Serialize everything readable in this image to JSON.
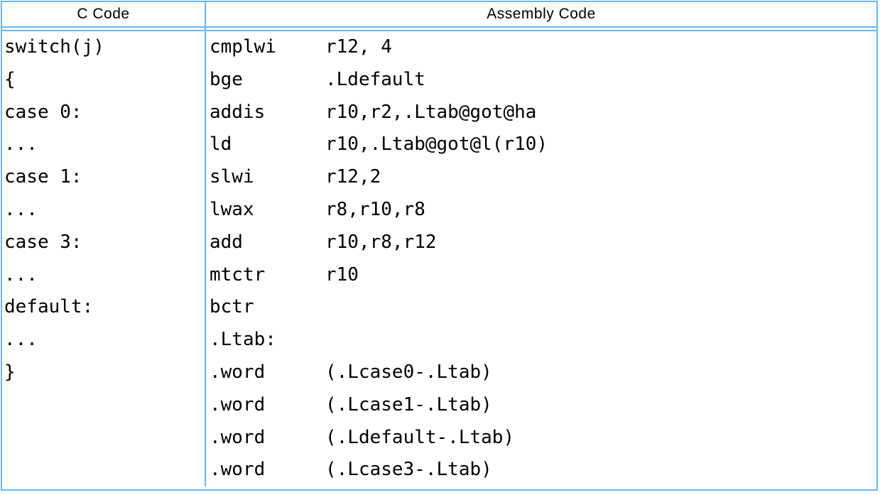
{
  "table": {
    "headers": {
      "c_code": "C Code",
      "assembly_code": "Assembly Code"
    },
    "c_code_lines": [
      "switch(j)",
      "{",
      "case 0:",
      "...",
      "case 1:",
      "...",
      "case 3:",
      "...",
      "default:",
      "...",
      "}"
    ],
    "asm_lines": [
      {
        "mnemonic": "cmplwi",
        "operands": "r12, 4"
      },
      {
        "mnemonic": "bge",
        "operands": ".Ldefault"
      },
      {
        "mnemonic": "addis",
        "operands": "r10,r2,.Ltab@got@ha"
      },
      {
        "mnemonic": "ld",
        "operands": "r10,.Ltab@got@l(r10)"
      },
      {
        "mnemonic": "slwi",
        "operands": "r12,2"
      },
      {
        "mnemonic": "lwax",
        "operands": "r8,r10,r8"
      },
      {
        "mnemonic": "add",
        "operands": "r10,r8,r12"
      },
      {
        "mnemonic": "mtctr",
        "operands": "r10"
      },
      {
        "mnemonic": "bctr",
        "operands": ""
      },
      {
        "mnemonic": ".Ltab:",
        "operands": ""
      },
      {
        "mnemonic": ".word",
        "operands": "(.Lcase0-.Ltab)"
      },
      {
        "mnemonic": ".word",
        "operands": "(.Lcase1-.Ltab)"
      },
      {
        "mnemonic": ".word",
        "operands": "(.Ldefault-.Ltab)"
      },
      {
        "mnemonic": ".word",
        "operands": "(.Lcase3-.Ltab)"
      }
    ],
    "colors": {
      "border": "#69b7f0",
      "text": "#000000",
      "background": "#ffffff"
    }
  }
}
